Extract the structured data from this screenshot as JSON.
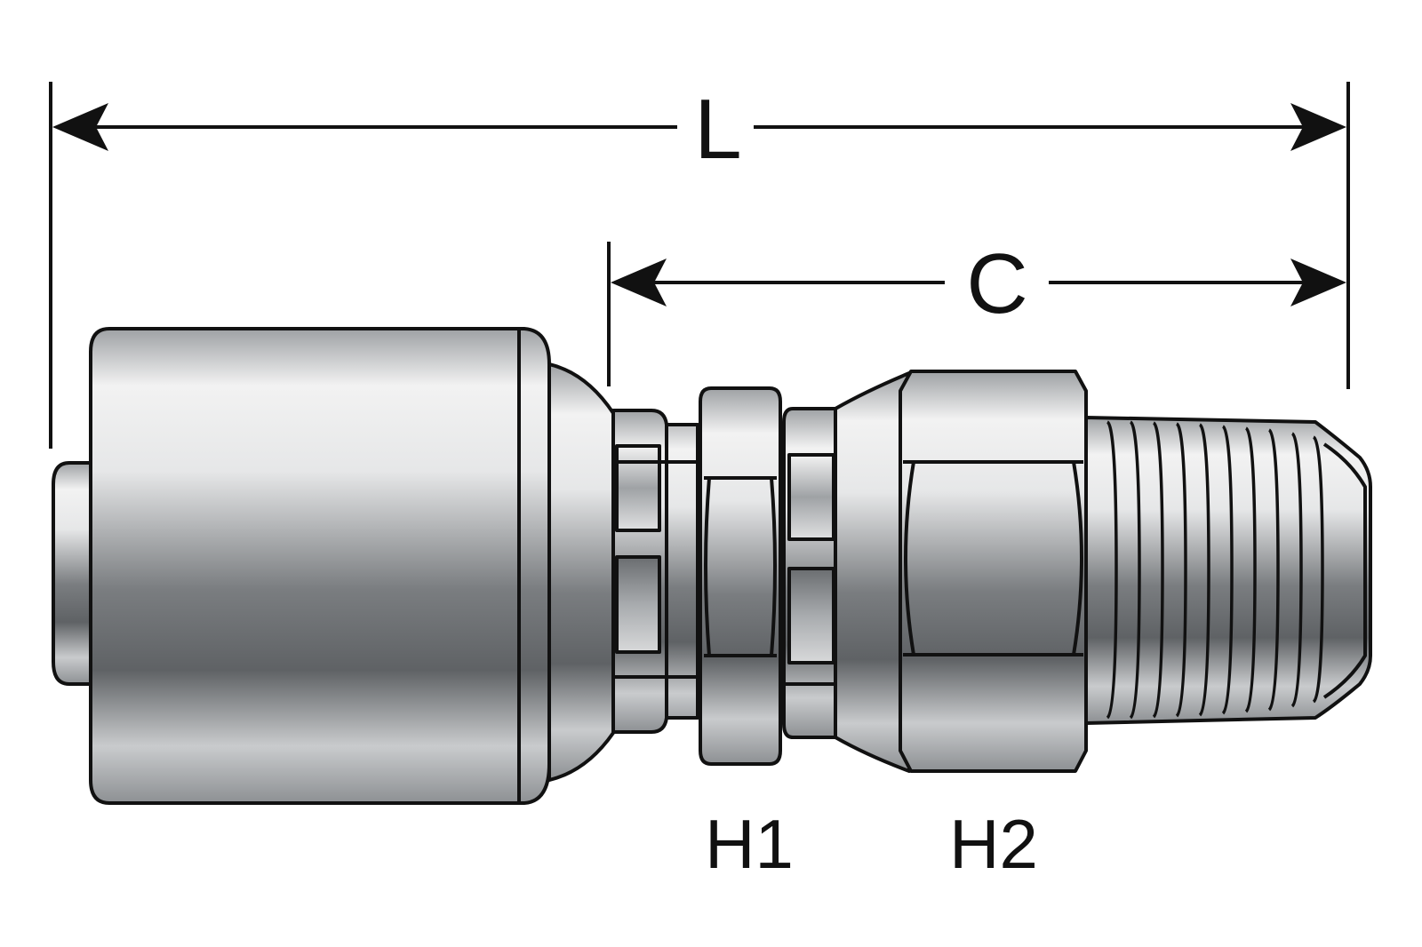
{
  "diagram": {
    "dimensions": {
      "overall_length": "L",
      "center_length": "C"
    },
    "hex_labels": {
      "hex_1": "H1",
      "hex_2": "H2"
    },
    "colors": {
      "ink": "#111111",
      "metal_light": "#f4f4f4",
      "metal_mid": "#b9bcbf",
      "metal_dark": "#6a6d70",
      "background": "#ffffff"
    }
  }
}
